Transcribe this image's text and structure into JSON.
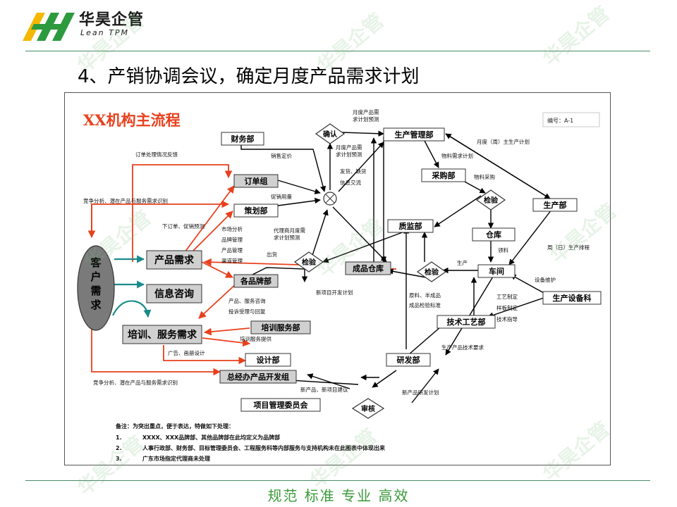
{
  "brand": {
    "name_cn": "华昊企管",
    "name_en": "Lean TPM"
  },
  "slide": {
    "title": "4、产销协调会议，确定月度产品需求计划"
  },
  "footer": {
    "slogan": "规范 标准 专业 高效"
  },
  "watermark": {
    "text": "华昊企管"
  },
  "diagram": {
    "title": "XX机构主流程",
    "doc_no": "编号：A-1",
    "nodes": {
      "customer": "客户需求",
      "product_demand": "产品需求",
      "info_consult": "信息咨询",
      "training_demand": "培训、服务需求",
      "finance": "财务部",
      "order_group": "订单组",
      "planning": "策划部",
      "brand_depts": "各品牌部",
      "training_service": "培训服务部",
      "design": "设计部",
      "gm_dev": "总经办产品开发组",
      "project_committee": "项目管理委员会",
      "review": "审核",
      "confirm": "确认",
      "production_mgmt": "生产管理部",
      "purchasing": "采购部",
      "inspect_top": "检验",
      "quality": "质监部",
      "warehouse": "仓库",
      "production": "生产部",
      "workshop": "车间",
      "inspect_mid": "检验",
      "finished_wh": "成品仓库",
      "inspect_left": "检验",
      "rnd": "研发部",
      "process_dept": "技术工艺部",
      "equipment": "生产设备科"
    },
    "labels": {
      "l_order_feedback": "订单处理情况反馈",
      "l_sales_decision": "销售定价",
      "l_competition_1": "竞争分析、潜在产品与服务需求识别",
      "l_promo_material": "促销用量",
      "l_order_promo": "下订单、促销预测",
      "l_market_analysis": "市场分析",
      "l_brand_mgmt": "品牌管理",
      "l_product_mgmt": "产品管理",
      "l_channel_mgmt": "渠道管理",
      "l_agent_forecast": "代理商月度需求计划预测",
      "l_shipping": "出货",
      "l_monthly_demand_top": "月度产品需求计划预测",
      "l_monthly_demand_mid": "月度产品需求计划预测",
      "l_ship_pay": "发货、缺货",
      "l_info_exchange": "信息交流",
      "l_material_plan": "物料需求计划",
      "l_monthly_prod_plan": "月度（周）主生产计划",
      "l_material_purchase": "物料采购",
      "l_material_pick": "领料",
      "l_daily_schedule": "周（日）生产排程",
      "l_produce": "生产",
      "l_equipment_maint": "设备维护",
      "l_process_spec": "工艺制定",
      "l_sample_spec": "样板制定",
      "l_tech_guide": "技术指导",
      "l_new_project": "新项目开发计划",
      "l_service_consult": "产品、服务咨询",
      "l_complaint": "投诉受理与回复",
      "l_training_provide": "培训服务提供",
      "l_ad_design": "广告、画册设计",
      "l_competition_2": "竞争分析、潜在产品与服务需求识别",
      "l_raw_material": "原料、半成品",
      "l_inspection_std": "成品检验标准",
      "l_tech_req": "生产产品技术要求",
      "l_new_product_suggest": "新产品、新项目建议",
      "l_new_product_plan": "新产品研发计划"
    },
    "notes": {
      "heading": "备注：为突出重点，便于表达，特做如下处理：",
      "n1_idx": "1.",
      "n1": "XXXX、XXX品牌部、其他品牌部在此均定义为品牌部",
      "n2_idx": "2.",
      "n2": "人事行政部、财务部、目标管理委员会、工程服务科等内部服务与支持机构未在此图表中体现出来",
      "n3_idx": "3.",
      "n3": "广东市场指定代理商未处理"
    }
  },
  "colors": {
    "accent_red": "#e8401c",
    "box_gray": "#d0d0d0",
    "customer_gray": "#7a7a7a",
    "teal_arrow": "#1b8a8a",
    "footer_green": "#3a9a3a"
  }
}
